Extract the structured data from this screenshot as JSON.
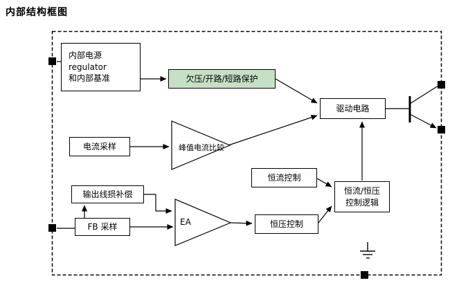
{
  "title": "内部结构框图",
  "colors": {
    "protection_fill": "#c6e0c6",
    "line": "#000000",
    "background": "#ffffff"
  },
  "blocks": {
    "internal_power": {
      "line1": "内部电源",
      "line2": "regulator",
      "line3": "和内部基准"
    },
    "protection": {
      "label": "欠压/开路/短路保护"
    },
    "drive": {
      "label": "驱动电路"
    },
    "current_sample": {
      "label": "电流采样"
    },
    "peak_comparator": {
      "label": "峰值电流比较"
    },
    "line_loss_comp": {
      "label": "输出线损补偿"
    },
    "fb_sample": {
      "label": "FB 采样"
    },
    "error_amp": {
      "label": "EA"
    },
    "cc_control": {
      "label": "恒流控制"
    },
    "cv_control": {
      "label": "恒压控制"
    },
    "cc_cv_logic": {
      "line1": "恒流/恒压",
      "line2": "控制逻辑"
    }
  }
}
